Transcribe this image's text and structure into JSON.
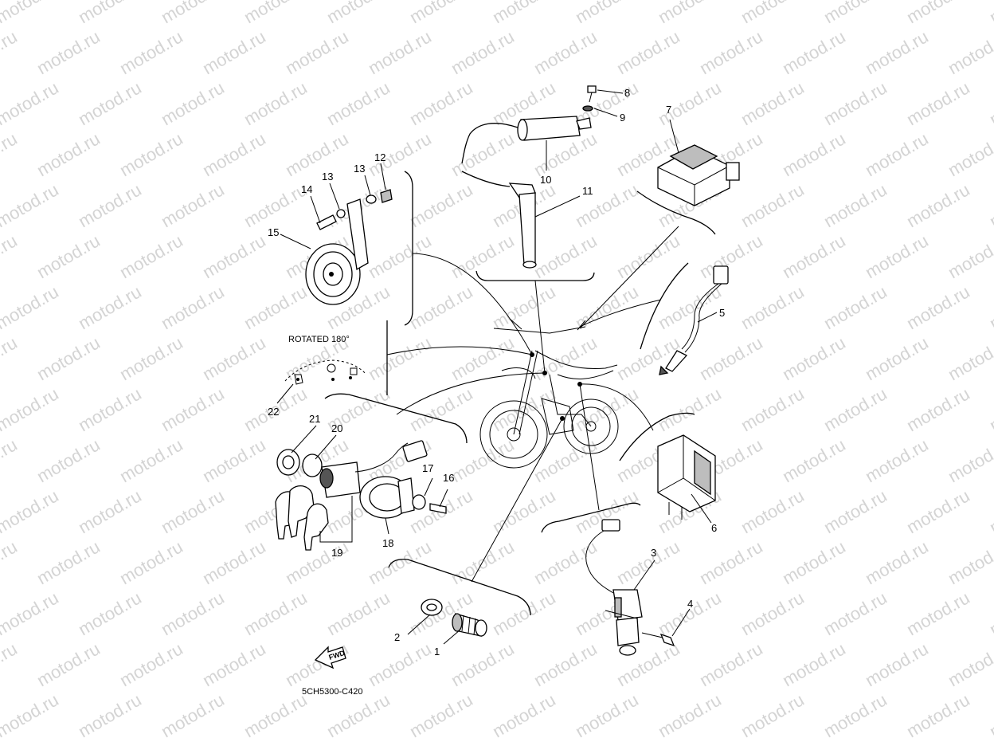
{
  "watermark": {
    "text": "motod.ru"
  },
  "callouts": [
    {
      "id": "c1",
      "text": "1"
    },
    {
      "id": "c2",
      "text": "2"
    },
    {
      "id": "c3",
      "text": "3"
    },
    {
      "id": "c4",
      "text": "4"
    },
    {
      "id": "c5",
      "text": "5"
    },
    {
      "id": "c6",
      "text": "6"
    },
    {
      "id": "c7",
      "text": "7"
    },
    {
      "id": "c8",
      "text": "8"
    },
    {
      "id": "c9",
      "text": "9"
    },
    {
      "id": "c10",
      "text": "10"
    },
    {
      "id": "c11",
      "text": "11"
    },
    {
      "id": "c12",
      "text": "12"
    },
    {
      "id": "c13a",
      "text": "13"
    },
    {
      "id": "c13b",
      "text": "13"
    },
    {
      "id": "c14",
      "text": "14"
    },
    {
      "id": "c15",
      "text": "15"
    },
    {
      "id": "c16",
      "text": "16"
    },
    {
      "id": "c17",
      "text": "17"
    },
    {
      "id": "c18",
      "text": "18"
    },
    {
      "id": "c19",
      "text": "19"
    },
    {
      "id": "c20",
      "text": "20"
    },
    {
      "id": "c21",
      "text": "21"
    },
    {
      "id": "c22",
      "text": "22"
    }
  ],
  "rotated_note": "ROTATED 180°",
  "fwd_label": "FWD",
  "drawing_code": "5CH5300-C420"
}
